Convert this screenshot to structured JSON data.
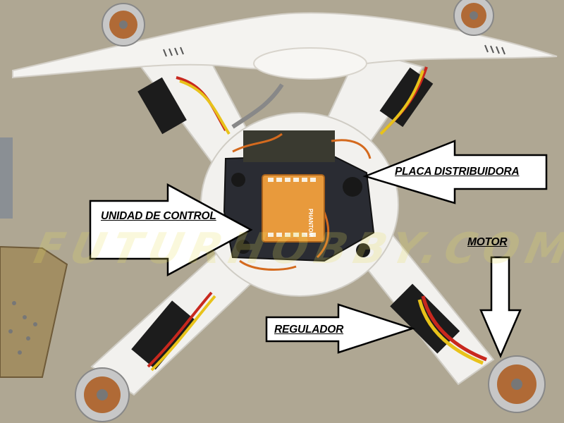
{
  "labels": {
    "placa_distribuidora": "PLACA DISTRIBUIDORA",
    "unidad_de_control": "UNIDAD DE CONTROL",
    "motor": "MOTOR",
    "regulador": "REGULADOR"
  },
  "board_markings": {
    "brand": "PHANTOM"
  },
  "watermark": "FUTURHOBBY.COM",
  "colors": {
    "mat": "#b4ac98",
    "drone_shell": "#f2f1ee",
    "arrow_fill": "#ffffff",
    "arrow_stroke": "#000000",
    "flight_controller": "#e89a3c",
    "distribution_board": "#2a2c33",
    "wire_red": "#c8281e",
    "wire_yellow": "#e8c21a",
    "motor_copper": "#b06a36"
  }
}
